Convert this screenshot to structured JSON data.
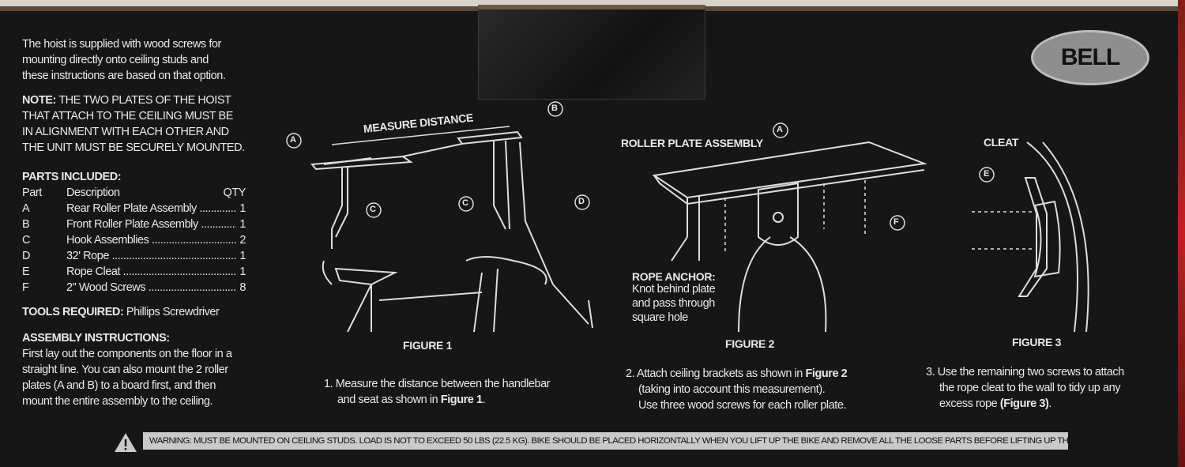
{
  "intro": [
    "The hoist is supplied with wood screws for",
    "mounting directly onto ceiling studs and",
    "these instructions are based on that option."
  ],
  "note": {
    "label": "NOTE:",
    "lines": [
      "THE TWO PLATES OF THE HOIST",
      "THAT ATTACH TO THE CEILING MUST BE",
      "IN ALIGNMENT WITH EACH OTHER AND",
      "THE UNIT MUST BE SECURELY MOUNTED."
    ]
  },
  "parts": {
    "title": "PARTS INCLUDED:",
    "headers": [
      "Part",
      "Description",
      "QTY"
    ],
    "rows": [
      [
        "A",
        "Rear Roller Plate Assembly",
        "1"
      ],
      [
        "B",
        "Front Roller Plate Assembly",
        "1"
      ],
      [
        "C",
        "Hook Assemblies",
        "2"
      ],
      [
        "D",
        "32' Rope",
        "1"
      ],
      [
        "E",
        "Rope Cleat",
        "1"
      ],
      [
        "F",
        "2\" Wood Screws",
        "8"
      ]
    ]
  },
  "tools": {
    "label": "TOOLS REQUIRED:",
    "value": "Phillips Screwdriver"
  },
  "assembly": {
    "title": "ASSEMBLY INSTRUCTIONS:",
    "lines": [
      "First lay out the components on the floor in a",
      "straight line. You can also mount the 2 roller",
      "plates (A and B) to a board first, and then",
      "mount the entire assembly to the ceiling."
    ]
  },
  "logo": "BELL",
  "figures": [
    {
      "label": "FIGURE 1",
      "callouts": [
        "A",
        "B",
        "C",
        "C",
        "D"
      ],
      "measure": "MEASURE DISTANCE",
      "caption": [
        "1. Measure the distance between the handlebar",
        "and seat as shown in ",
        "Figure 1",
        "."
      ]
    },
    {
      "label": "FIGURE 2",
      "title": "ROLLER PLATE ASSEMBLY",
      "callouts": [
        "A",
        "F"
      ],
      "anchor_title": "ROPE ANCHOR:",
      "anchor_lines": [
        "Knot behind plate",
        "and pass through",
        "square hole"
      ],
      "caption": [
        "2. Attach ceiling brackets as shown in ",
        "Figure 2",
        "(taking into account this measurement).",
        "Use three wood screws for each roller plate."
      ]
    },
    {
      "label": "FIGURE 3",
      "title": "CLEAT",
      "callouts": [
        "E"
      ],
      "caption": [
        "3. Use the remaining two screws to attach",
        "the rope cleat to the wall to tidy up any",
        "excess rope ",
        "(Figure 3)",
        "."
      ]
    }
  ],
  "warning": "WARNING: MUST BE MOUNTED ON CEILING STUDS. LOAD IS NOT TO EXCEED 50 LBS (22.5 KG). BIKE SHOULD BE PLACED HORIZONTALLY WHEN YOU LIFT UP THE BIKE AND REMOVE ALL THE LOOSE PARTS BEFORE LIFTING UP THE BIKE."
}
